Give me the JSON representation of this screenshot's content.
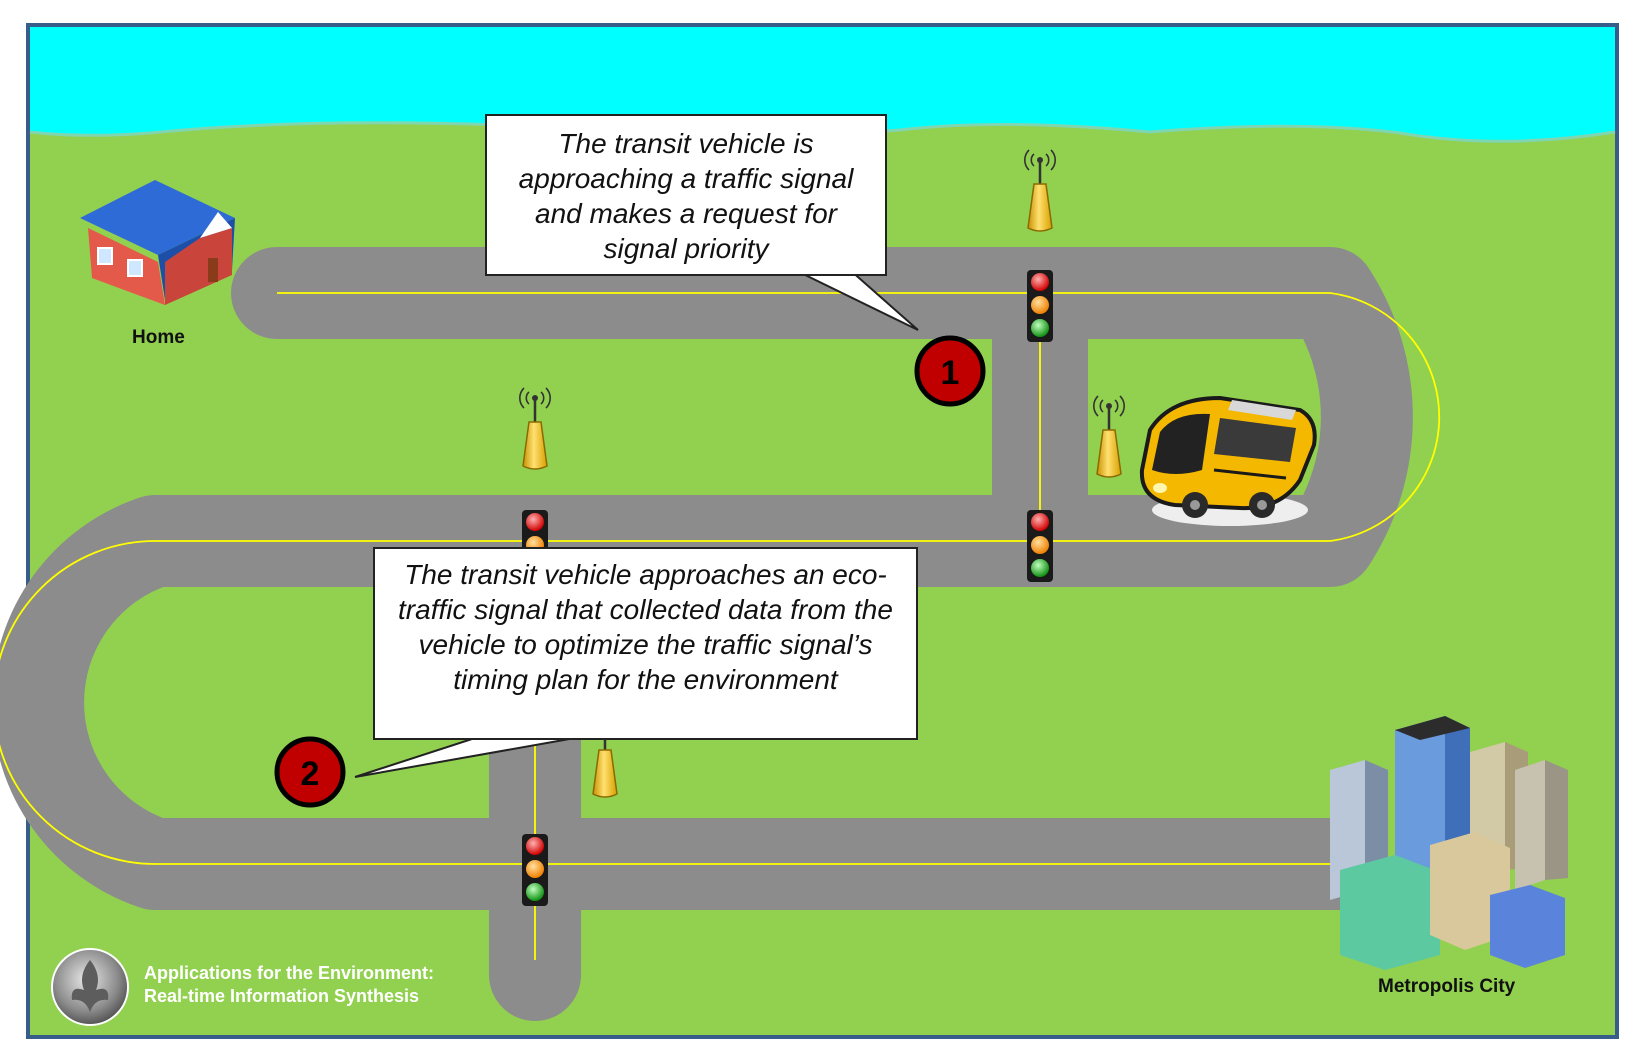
{
  "callouts": {
    "step1": "The transit vehicle is approaching a traffic signal and makes a request for signal priority",
    "step2": "The transit vehicle approaches an eco-traffic signal that collected data from the vehicle to optimize the traffic signal’s timing plan for the environment"
  },
  "markers": {
    "first": "1",
    "second": "2"
  },
  "places": {
    "home": "Home",
    "city": "Metropolis City"
  },
  "logo": {
    "line1": "Applications for the Environment:",
    "line2": "Real-time Information Synthesis"
  },
  "colors": {
    "sky": "#00ffff",
    "grass": "#92d050",
    "road": "#8c8c8c",
    "lane": "#ffff00",
    "marker": "#c00000",
    "bus": "#f5b800"
  }
}
